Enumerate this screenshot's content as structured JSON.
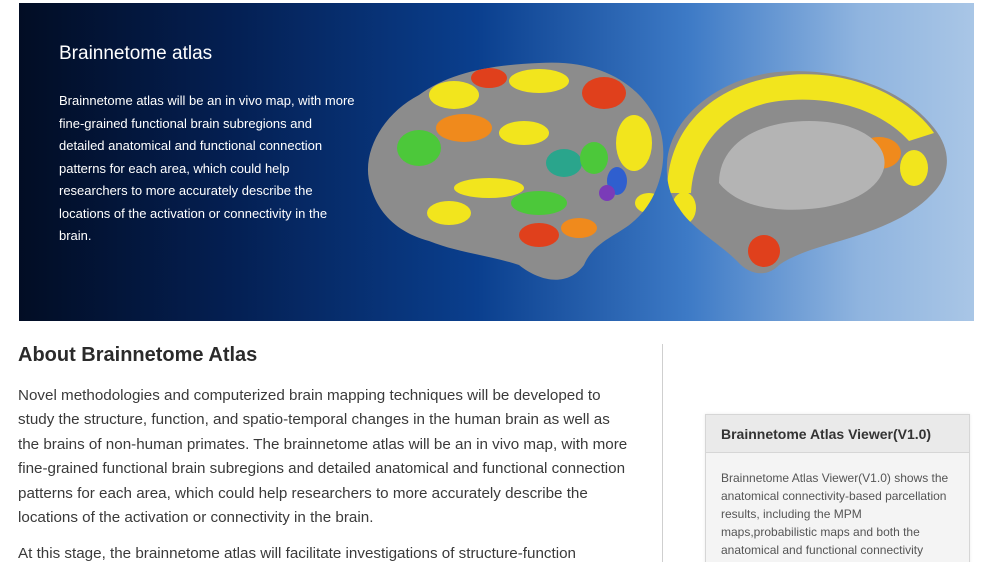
{
  "hero": {
    "title": "Brainnetome atlas",
    "description": "Brainnetome atlas will be an in vivo map, with more fine-grained functional brain subregions and detailed anatomical and functional connection patterns for each area, which could help researchers to more accurately describe the locations of the activation or connectivity in the brain.",
    "image_icon": "brain-parcellation-image"
  },
  "article": {
    "title": "About Brainnetome Atlas",
    "paragraphs": [
      "Novel methodologies and computerized brain mapping techniques will be developed to study the structure, function, and spatio-temporal changes in the human brain as well as the brains of non-human primates. The brainnetome atlas will be an in vivo map, with more fine-grained functional brain subregions and detailed anatomical and functional connection patterns for each area, which could help researchers to more accurately describe the locations of the activation or connectivity in the brain.",
      "At this stage, the brainnetome atlas will facilitate investigations of structure-function"
    ]
  },
  "sidebar": {
    "widget": {
      "title": "Brainnetome Atlas Viewer(V1.0)",
      "body": "Brainnetome Atlas Viewer(V1.0) shows the anatomical connectivity-based parcellation results, including the MPM maps,probabilistic maps and both the anatomical and functional connectivity patterns, which is a dynamic visual"
    }
  },
  "colors": {
    "brain_gray": "#8c8c8c",
    "region_yellow": "#f2e51d",
    "region_orange": "#f08a1c",
    "region_red": "#e0401c",
    "region_green": "#4cc83a",
    "region_teal": "#2aa58c",
    "region_blue": "#2f5fcf",
    "region_purple": "#7a3bb8"
  }
}
